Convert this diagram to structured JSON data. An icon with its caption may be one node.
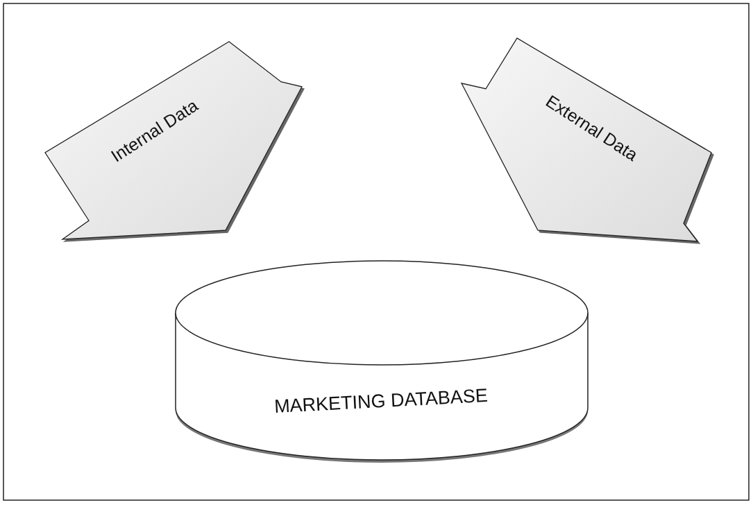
{
  "diagram": {
    "nodes": [
      {
        "text": [
          "Internal Data"
        ]
      },
      {
        "text": [
          "External Data"
        ]
      },
      {
        "text": [
          "MARKETING DATABASE"
        ]
      }
    ]
  }
}
